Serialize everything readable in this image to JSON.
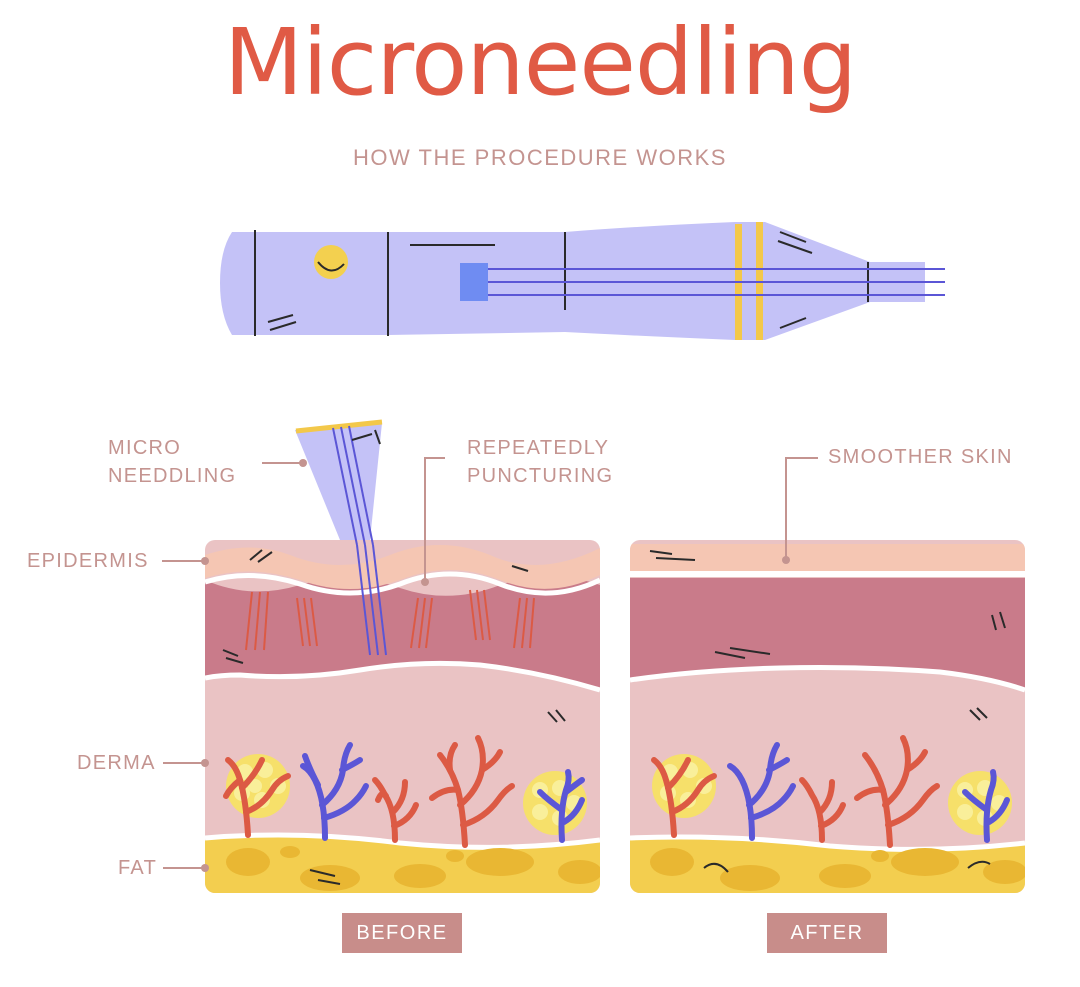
{
  "header": {
    "title": "Microneedling",
    "subtitle": "HOW THE PROCEDURE WORKS"
  },
  "labels": {
    "micro_line1": "MICRO",
    "micro_line2": "NEEDDLING",
    "repeat_line1": "REPEATEDLY",
    "repeat_line2": "PUNCTURING",
    "smoother": "SMOOTHER SKIN",
    "epidermis": "EPIDERMIS",
    "derma": "DERMA",
    "fat": "FAT"
  },
  "badges": {
    "before": "BEFORE",
    "after": "AFTER"
  },
  "colors": {
    "title": "#e05a45",
    "label": "#c49490",
    "badge": "#c88d8a",
    "pen": "#c4c2f7",
    "epidermis": "#f5c6b3",
    "dermis_upper": "#c97b8a",
    "dermis_lower": "#eac3c4",
    "fat": "#f3ce4f",
    "vessel_red": "#dc5a44",
    "vessel_blue": "#5b56d6"
  }
}
